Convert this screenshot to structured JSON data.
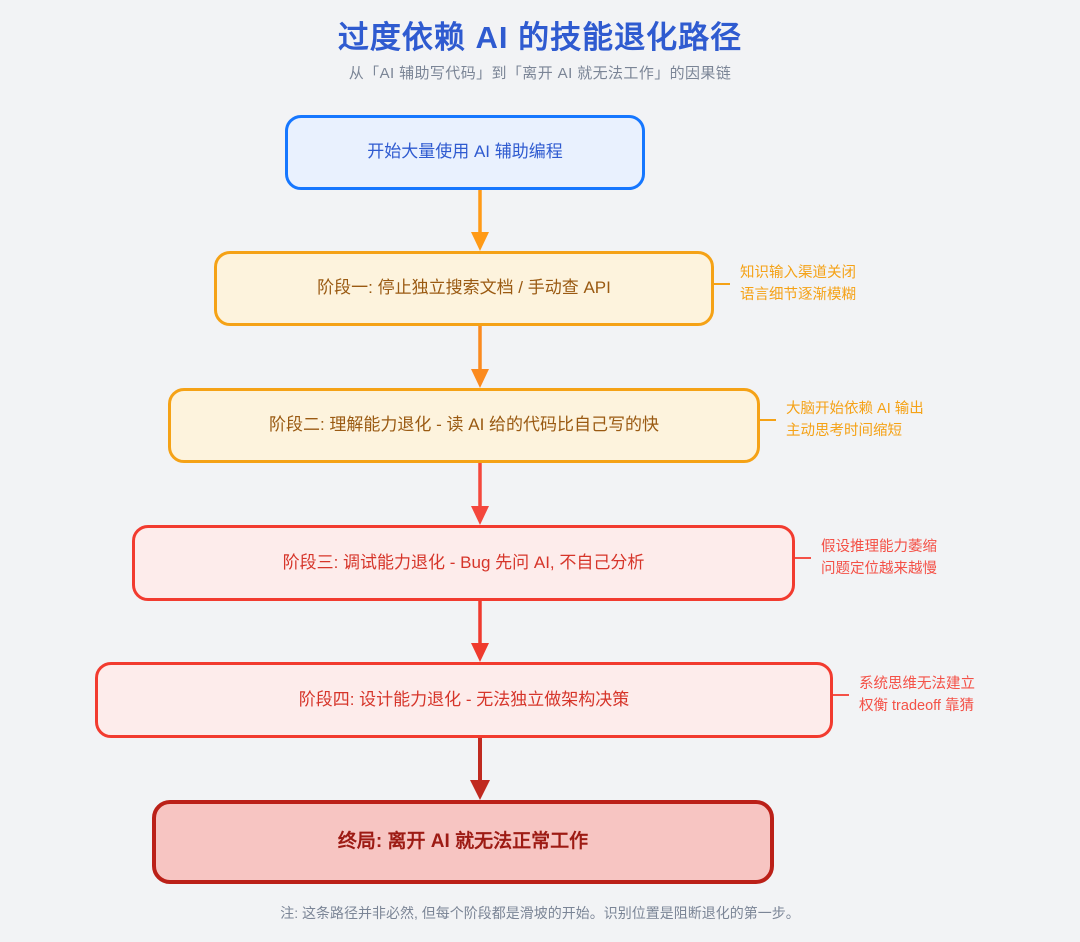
{
  "header": {
    "title": "过度依赖 AI 的技能退化路径",
    "subtitle": "从「AI 辅助写代码」到「离开 AI 就无法工作」的因果链",
    "title_color": "#2f5bd0",
    "subtitle_color": "#7b8596"
  },
  "flow": {
    "nodes": [
      {
        "id": "start",
        "label": "开始大量使用 AI 辅助编程",
        "border_color": "#1677ff",
        "fill_color": "#e9f1fe",
        "text_color": "#2f5bd0"
      },
      {
        "id": "stage1",
        "label": "阶段一: 停止独立搜索文档 / 手动查 API",
        "border_color": "#f5a216",
        "fill_color": "#fdf3dd",
        "text_color": "#9a5a12"
      },
      {
        "id": "stage2",
        "label": "阶段二: 理解能力退化 - 读 AI 给的代码比自己写的快",
        "border_color": "#f5a216",
        "fill_color": "#fdf3dd",
        "text_color": "#9a5a12"
      },
      {
        "id": "stage3",
        "label": "阶段三: 调试能力退化 - Bug 先问 AI, 不自己分析",
        "border_color": "#f23b2f",
        "fill_color": "#fdeceb",
        "text_color": "#d6352a"
      },
      {
        "id": "stage4",
        "label": "阶段四: 设计能力退化 - 无法独立做架构决策",
        "border_color": "#f23b2f",
        "fill_color": "#fdeceb",
        "text_color": "#d6352a"
      },
      {
        "id": "final",
        "label": "终局: 离开 AI 就无法正常工作",
        "border_color": "#bb2018",
        "fill_color": "#f7c5c2",
        "text_color": "#9d1b14"
      }
    ],
    "arrows": [
      {
        "id": "arrow-start-stage1",
        "color": "#ff9a16"
      },
      {
        "id": "arrow-stage1-stage2",
        "color": "#fb8a1e"
      },
      {
        "id": "arrow-stage2-stage3",
        "color": "#f4473c"
      },
      {
        "id": "arrow-stage3-stage4",
        "color": "#ef3a2e"
      },
      {
        "id": "arrow-stage4-final",
        "color": "#c02a20"
      }
    ],
    "notes": [
      {
        "id": "note-stage1",
        "line1": "知识输入渠道关闭",
        "line2": "语言细节逐渐模糊",
        "color": "#f5a216"
      },
      {
        "id": "note-stage2",
        "line1": "大脑开始依赖 AI 输出",
        "line2": "主动思考时间缩短",
        "color": "#f5a216"
      },
      {
        "id": "note-stage3",
        "line1": "假设推理能力萎缩",
        "line2": "问题定位越来越慢",
        "color": "#f45147"
      },
      {
        "id": "note-stage4",
        "line1": "系统思维无法建立",
        "line2": "权衡 tradeoff 靠猜",
        "color": "#f45147"
      }
    ]
  },
  "footer": {
    "note": "注: 这条路径并非必然, 但每个阶段都是滑坡的开始。识别位置是阻断退化的第一步。"
  }
}
